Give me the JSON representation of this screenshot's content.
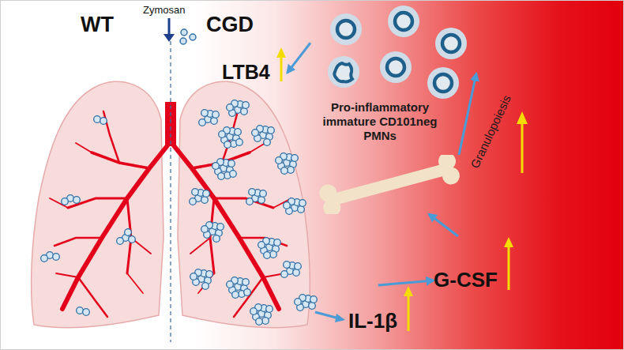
{
  "diagram": {
    "nodes": [
      {
        "text": [
          "LTB4"
        ]
      },
      {
        "text": [
          "Pro-inflammatory immature CD101neg PMNs"
        ]
      },
      {
        "text": [
          "Granulopoiesis"
        ]
      },
      {
        "text": [
          "G-CSF"
        ]
      },
      {
        "text": [
          "IL-1β"
        ]
      }
    ],
    "edges": [
      {
        "from": 4,
        "to": 3,
        "arrow": "to"
      },
      {
        "from": 3,
        "to": 2,
        "arrow": "to"
      },
      {
        "from": 2,
        "to": 1,
        "arrow": "to"
      },
      {
        "from": 1,
        "to": 0,
        "arrow": "to"
      }
    ],
    "labels": [
      "WT",
      "CGD",
      "Zymosan"
    ]
  }
}
